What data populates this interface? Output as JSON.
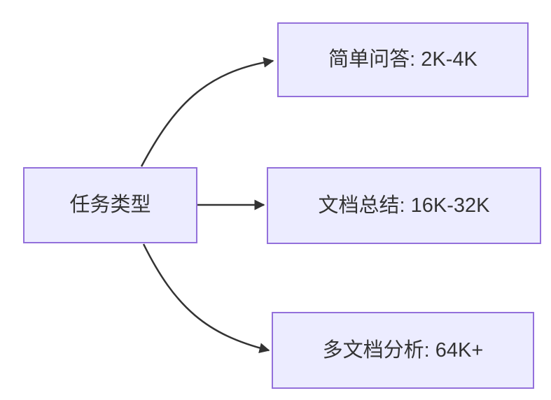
{
  "diagram": {
    "type": "flowchart-left-to-right",
    "root": {
      "label": "任务类型"
    },
    "branches": [
      {
        "label": "简单问答: 2K-4K"
      },
      {
        "label": "文档总结: 16K-32K"
      },
      {
        "label": "多文档分析: 64K+"
      }
    ]
  },
  "colors": {
    "node_fill": "#ECECFF",
    "node_border": "#9370DB",
    "edge": "#333333",
    "text": "#333333",
    "background": "#FFFFFF"
  }
}
